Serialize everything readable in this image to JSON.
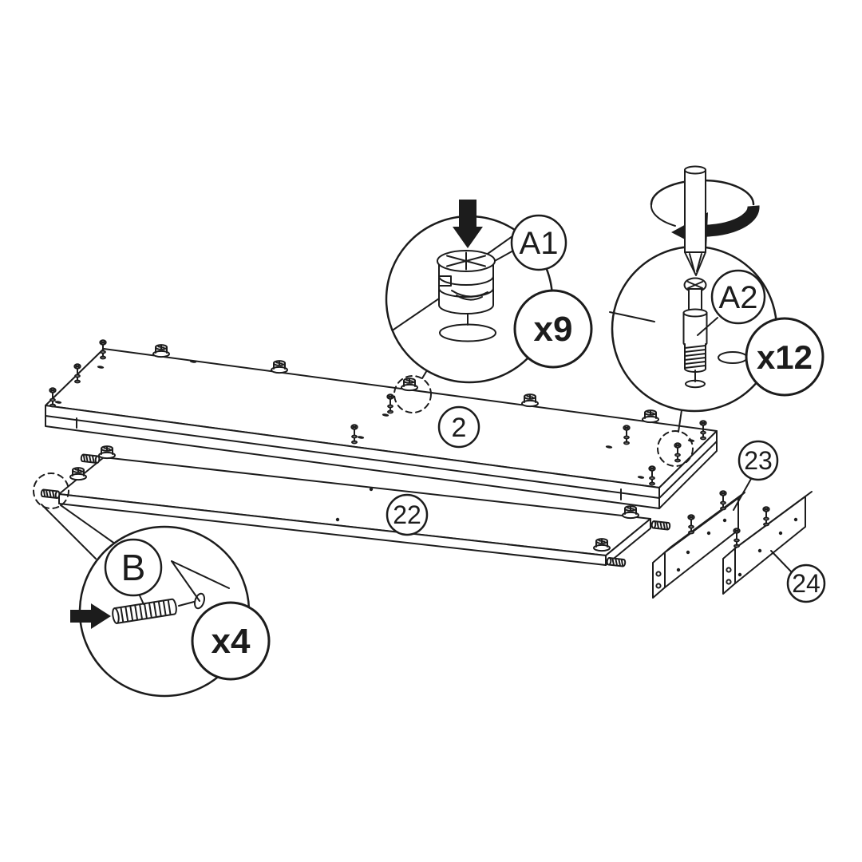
{
  "diagram": {
    "kind": "furniture-assembly-exploded-view",
    "background_color": "#ffffff",
    "line_color": "#1c1c1c",
    "parts": [
      {
        "id": "2",
        "kind": "top-panel"
      },
      {
        "id": "22",
        "kind": "lower-panel"
      },
      {
        "id": "23",
        "kind": "support-rail"
      },
      {
        "id": "24",
        "kind": "support-rail"
      }
    ],
    "callouts": [
      {
        "label": "A1",
        "quantity": "x9",
        "hardware": "cam-lock",
        "action": "press-in"
      },
      {
        "label": "A2",
        "quantity": "x12",
        "hardware": "cam-bolt",
        "action": "screw-in-with-screwdriver"
      },
      {
        "label": "B",
        "quantity": "x4",
        "hardware": "wood-dowel",
        "action": "insert"
      }
    ]
  }
}
